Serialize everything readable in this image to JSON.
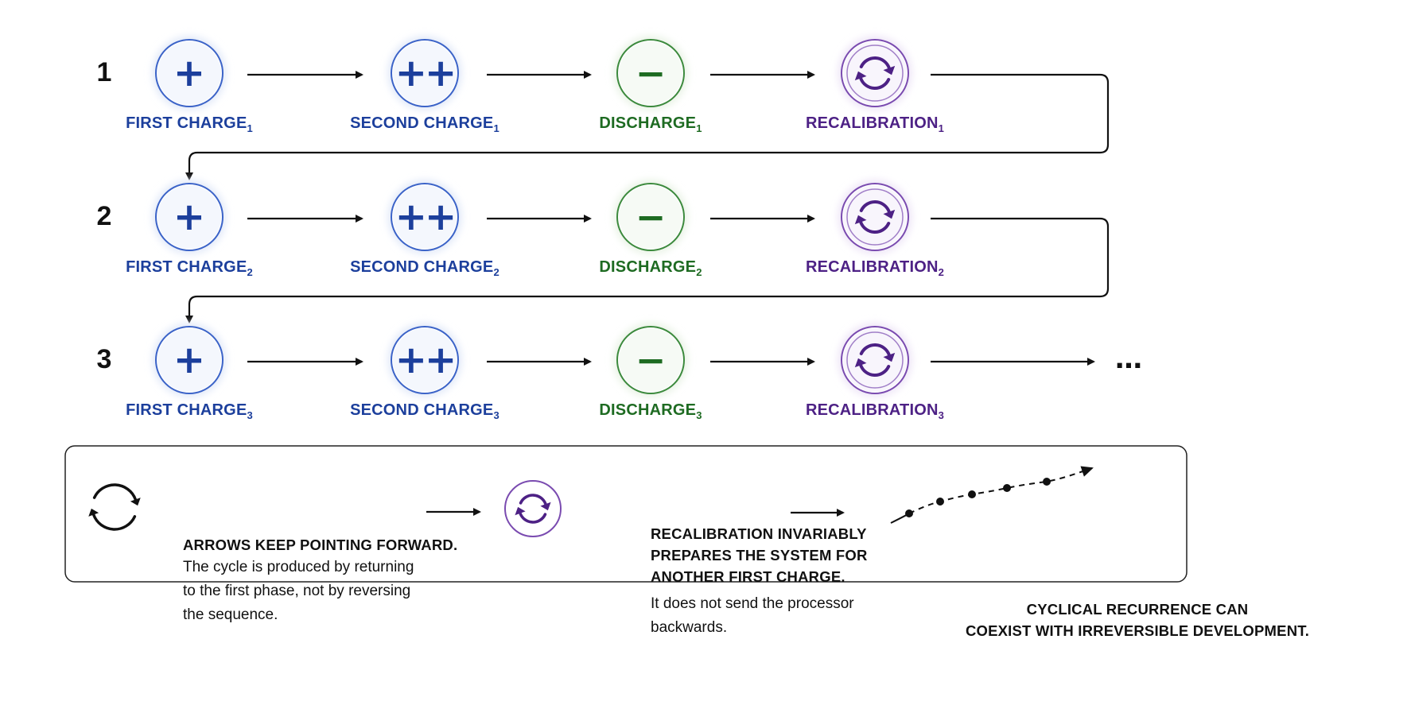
{
  "colors": {
    "charge": "#1c3f9c",
    "charge_ring": "#3b63c8",
    "discharge": "#1e6b22",
    "discharge_ring": "#3c8a3d",
    "recal": "#4d2185",
    "recal_ring": "#7a4bb0",
    "arrow": "#111111"
  },
  "rows": [
    {
      "number": "1",
      "subscript": "1"
    },
    {
      "number": "2",
      "subscript": "2"
    },
    {
      "number": "3",
      "subscript": "3"
    }
  ],
  "phases": [
    {
      "label": "FIRST CHARGE",
      "symbol": "+",
      "kind": "charge",
      "icon": "plus-icon"
    },
    {
      "label": "SECOND CHARGE",
      "symbol": "++",
      "kind": "charge",
      "icon": "double-plus-icon"
    },
    {
      "label": "DISCHARGE",
      "symbol": "−",
      "kind": "discharge",
      "icon": "minus-icon"
    },
    {
      "label": "RECALIBRATION",
      "symbol": "",
      "kind": "recal",
      "icon": "cycle-arrows-icon"
    }
  ],
  "continuation": "…",
  "legend": {
    "item1": {
      "heading": "ARROWS KEEP POINTING FORWARD.",
      "body": [
        "The cycle is produced by returning",
        "to the first phase, not by reversing",
        "the sequence."
      ]
    },
    "item2": {
      "heading": [
        "RECALIBRATION INVARIABLY",
        "PREPARES THE SYSTEM FOR",
        "ANOTHER FIRST CHARGE."
      ],
      "body": [
        "It does not send the processor",
        "backwards."
      ]
    },
    "item3": {
      "caption": [
        "CYCLICAL RECURRENCE CAN",
        "COEXIST WITH IRREVERSIBLE DEVELOPMENT."
      ]
    }
  }
}
